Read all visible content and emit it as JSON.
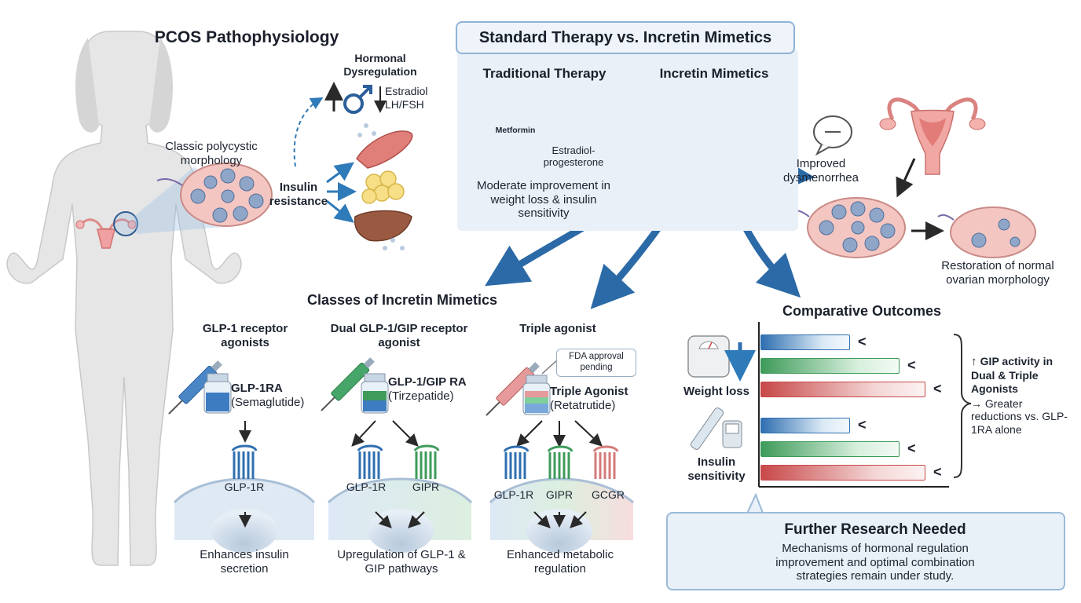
{
  "pcos": {
    "title": "PCOS Pathophysiology",
    "hormonal_title": "Hormonal Dysregulation",
    "estradiol": "Estradiol",
    "lhfsh": "LH/FSH",
    "polycystic": "Classic polycystic morphology",
    "insulin_resistance": "Insulin resistance"
  },
  "standard": {
    "title": "Standard Therapy vs. Incretin Mimetics",
    "traditional_title": "Traditional Therapy",
    "incretin_title": "Incretin Mimetics",
    "metformin": "Metformin",
    "estradiol_progesterone": "Estradiol-progesterone",
    "note": "Moderate improvement in weight loss & insulin sensitivity"
  },
  "outcomes_right": {
    "dysmenorrhea": "Improved dysmenorrhea",
    "restoration": "Restoration of normal ovarian morphology"
  },
  "classes": {
    "title": "Classes of Incretin Mimetics",
    "glp1_title": "GLP-1 receptor agonists",
    "glp1_drug_bold": "GLP-1RA",
    "glp1_drug_name": "(Semaglutide)",
    "glp1_receptor": "GLP-1R",
    "glp1_effect": "Enhances insulin secretion",
    "dual_title": "Dual GLP-1/GIP receptor agonist",
    "dual_drug_bold": "GLP-1/GIP RA",
    "dual_drug_name": "(Tirzepatide)",
    "dual_receptor_1": "GLP-1R",
    "dual_receptor_2": "GIPR",
    "dual_effect": "Upregulation of GLP-1 & GIP pathways",
    "triple_title": "Triple agonist",
    "fda_tag": "FDA approval pending",
    "triple_drug_bold": "Triple Agonist",
    "triple_drug_name": "(Retatrutide)",
    "triple_receptor_1": "GLP-1R",
    "triple_receptor_2": "GIPR",
    "triple_receptor_3": "GCGR",
    "triple_effect": "Enhanced metabolic regulation"
  },
  "comparative": {
    "title": "Comparative Outcomes",
    "weight_loss": "Weight loss",
    "insulin_sensitivity": "Insulin sensitivity",
    "less_than": "<",
    "note_bold": "GIP activity in Dual & Triple Agonists",
    "note_rest": "→ Greater reductions vs. GLP-1RA alone",
    "weight_bars": [
      0.38,
      0.59,
      0.7
    ],
    "insulin_bars": [
      0.38,
      0.59,
      0.7
    ],
    "colors": {
      "glp1": "#2f6fb0",
      "dual": "#3e9b5a",
      "triple": "#c84848"
    }
  },
  "research": {
    "title": "Further Research Needed",
    "body": "Mechanisms of hormonal regulation improvement and optimal combination strategies remain under study."
  }
}
